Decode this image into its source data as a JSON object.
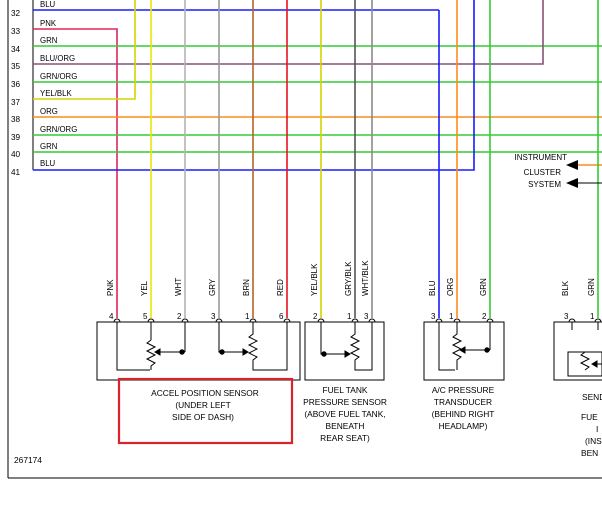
{
  "row_wires": [
    {
      "num": "32",
      "color_label": "BLU",
      "stroke": "#1a1aff"
    },
    {
      "num": "33",
      "color_label": "PNK",
      "stroke": "#e0265a"
    },
    {
      "num": "34",
      "color_label": "GRN",
      "stroke": "#33cc33"
    },
    {
      "num": "35",
      "color_label": "BLU/ORG",
      "stroke": "#8a5078"
    },
    {
      "num": "36",
      "color_label": "GRN/ORG",
      "stroke": "#33cc33"
    },
    {
      "num": "37",
      "color_label": "YEL/BLK",
      "stroke": "#d4d400"
    },
    {
      "num": "38",
      "color_label": "ORG",
      "stroke": "#ff8c1a"
    },
    {
      "num": "39",
      "color_label": "GRN/ORG",
      "stroke": "#33cc33"
    },
    {
      "num": "40",
      "color_label": "GRN",
      "stroke": "#33cc33"
    },
    {
      "num": "41",
      "color_label": "BLU",
      "stroke": "#1a1aff"
    }
  ],
  "verticals": [
    {
      "label": "PNK",
      "pin": "4",
      "stroke": "#e0265a"
    },
    {
      "label": "YEL",
      "pin": "5",
      "stroke": "#e8e800"
    },
    {
      "label": "WHT",
      "pin": "2",
      "stroke": "#b4b4b4"
    },
    {
      "label": "GRY",
      "pin": "3",
      "stroke": "#9a9a9a"
    },
    {
      "label": "BRN",
      "pin": "1",
      "stroke": "#b46428"
    },
    {
      "label": "RED",
      "pin": "6",
      "stroke": "#e6141e"
    },
    {
      "label": "YEL/BLK",
      "pin": "2",
      "stroke": "#d4d400"
    },
    {
      "label": "GRY/BLK",
      "pin": "1",
      "stroke": "#555555"
    },
    {
      "label": "WHT/BLK",
      "pin": "3",
      "stroke": "#8a8a8a"
    },
    {
      "label": "BLU",
      "pin": "3",
      "stroke": "#1a1aff"
    },
    {
      "label": "ORG",
      "pin": "1",
      "stroke": "#ff8c1a"
    },
    {
      "label": "GRN",
      "pin": "2",
      "stroke": "#33cc33"
    },
    {
      "label": "BLK",
      "pin": "3",
      "stroke": "#222222"
    },
    {
      "label": "GRN",
      "pin": "1",
      "stroke": "#33cc33"
    }
  ],
  "cluster_label": [
    "INSTRUMENT",
    "CLUSTER",
    "SYSTEM"
  ],
  "components": {
    "accel": [
      "ACCEL POSITION SENSOR",
      "(UNDER LEFT",
      "SIDE OF DASH)"
    ],
    "fuel": [
      "FUEL TANK",
      "PRESSURE SENSOR",
      "(ABOVE FUEL TANK,",
      "BENEATH",
      "REAR SEAT)"
    ],
    "ac": [
      "A/C PRESSURE",
      "TRANSDUCER",
      "(BEHIND RIGHT",
      "HEADLAMP)"
    ],
    "partial": [
      "SEND",
      "FUE",
      "I",
      "(INS",
      "BEN"
    ]
  },
  "highlight_color": "#d9222a",
  "figure_number": "267174"
}
